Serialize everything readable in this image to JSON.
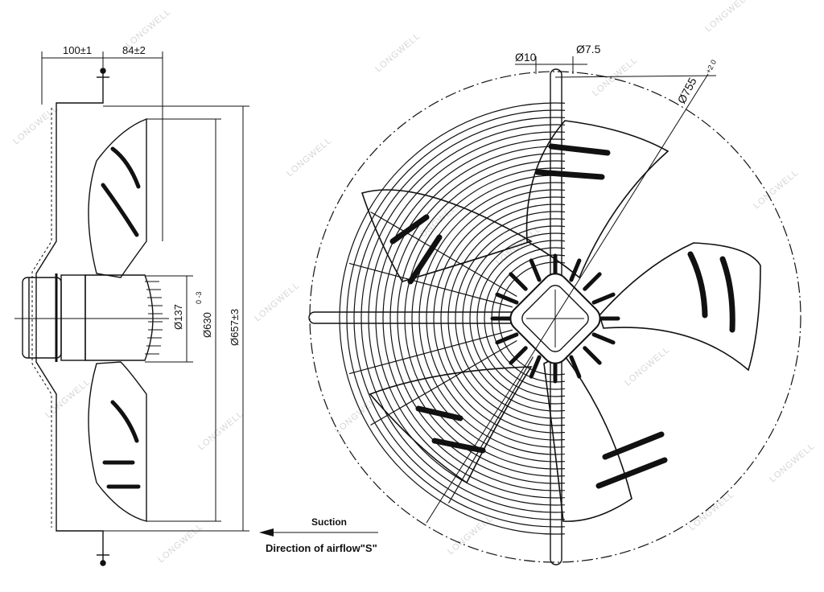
{
  "watermark": "LONGWELL",
  "dimensions": {
    "depth_front": "100±1",
    "depth_rear": "84±2",
    "hub": "Ø137",
    "impeller": "Ø630",
    "impeller_tol": "0 -3",
    "guard": "Ø657±3",
    "hole_a": "Ø10",
    "hole_b": "Ø7.5",
    "mount": "Ø755",
    "mount_tol": "+2 0"
  },
  "airflow": {
    "suction_label": "Suction",
    "direction_label": "Direction of airflow\"S\""
  }
}
